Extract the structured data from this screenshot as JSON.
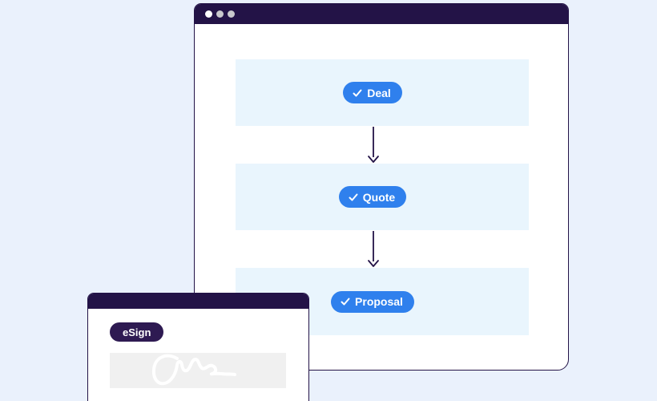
{
  "colors": {
    "page-bg": "#eaf1fc",
    "window-border": "#231347",
    "titlebar-bg": "#231347",
    "band-bg": "#e9f5fd",
    "accent-blue": "#2f80ed",
    "pill-dark": "#2e1a52",
    "signature-box-bg": "#f0f0f0",
    "dot-primary": "#ffffff",
    "dot-secondary": "#c9c9cd"
  },
  "browser_window": {
    "window_controls_icon": "window-controls-dots",
    "steps": [
      {
        "label": "Deal",
        "icon": "check-icon"
      },
      {
        "label": "Quote",
        "icon": "check-icon"
      },
      {
        "label": "Proposal",
        "icon": "check-icon"
      }
    ],
    "connector_icon": "arrow-down-icon"
  },
  "esign_window": {
    "badge_label": "eSign",
    "signature_icon": "signature-scribble-icon"
  }
}
